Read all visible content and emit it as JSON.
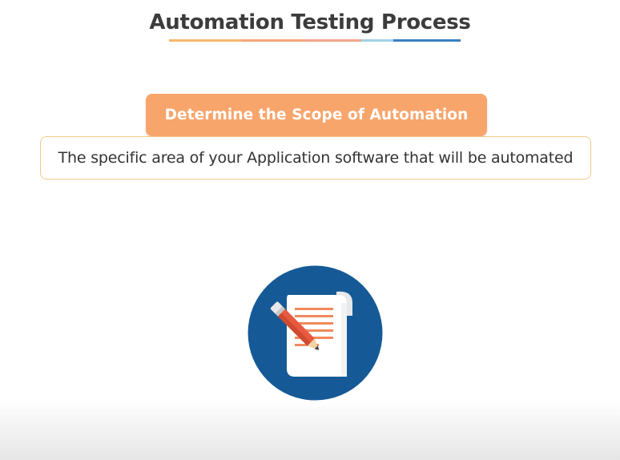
{
  "slide": {
    "title": "Automation Testing Process",
    "step_label": "Determine the Scope of Automation",
    "description": "The specific area of your Application software that will be automated"
  },
  "icons": {
    "illustration": "document-with-pencil-icon"
  },
  "colors": {
    "title_text": "#3c3c3c",
    "badge_background": "#f8a56c",
    "badge_text": "#ffffff",
    "description_border": "#f5c88a",
    "circle_background": "#155a96",
    "document_paper": "#ffffff",
    "document_lines": "#f08a5d",
    "pencil_body": "#e85a3f",
    "underline_colors": [
      "#f7b76e",
      "#f4a77a",
      "#f0a58b",
      "#9fd3e3",
      "#3a7fc1"
    ]
  }
}
